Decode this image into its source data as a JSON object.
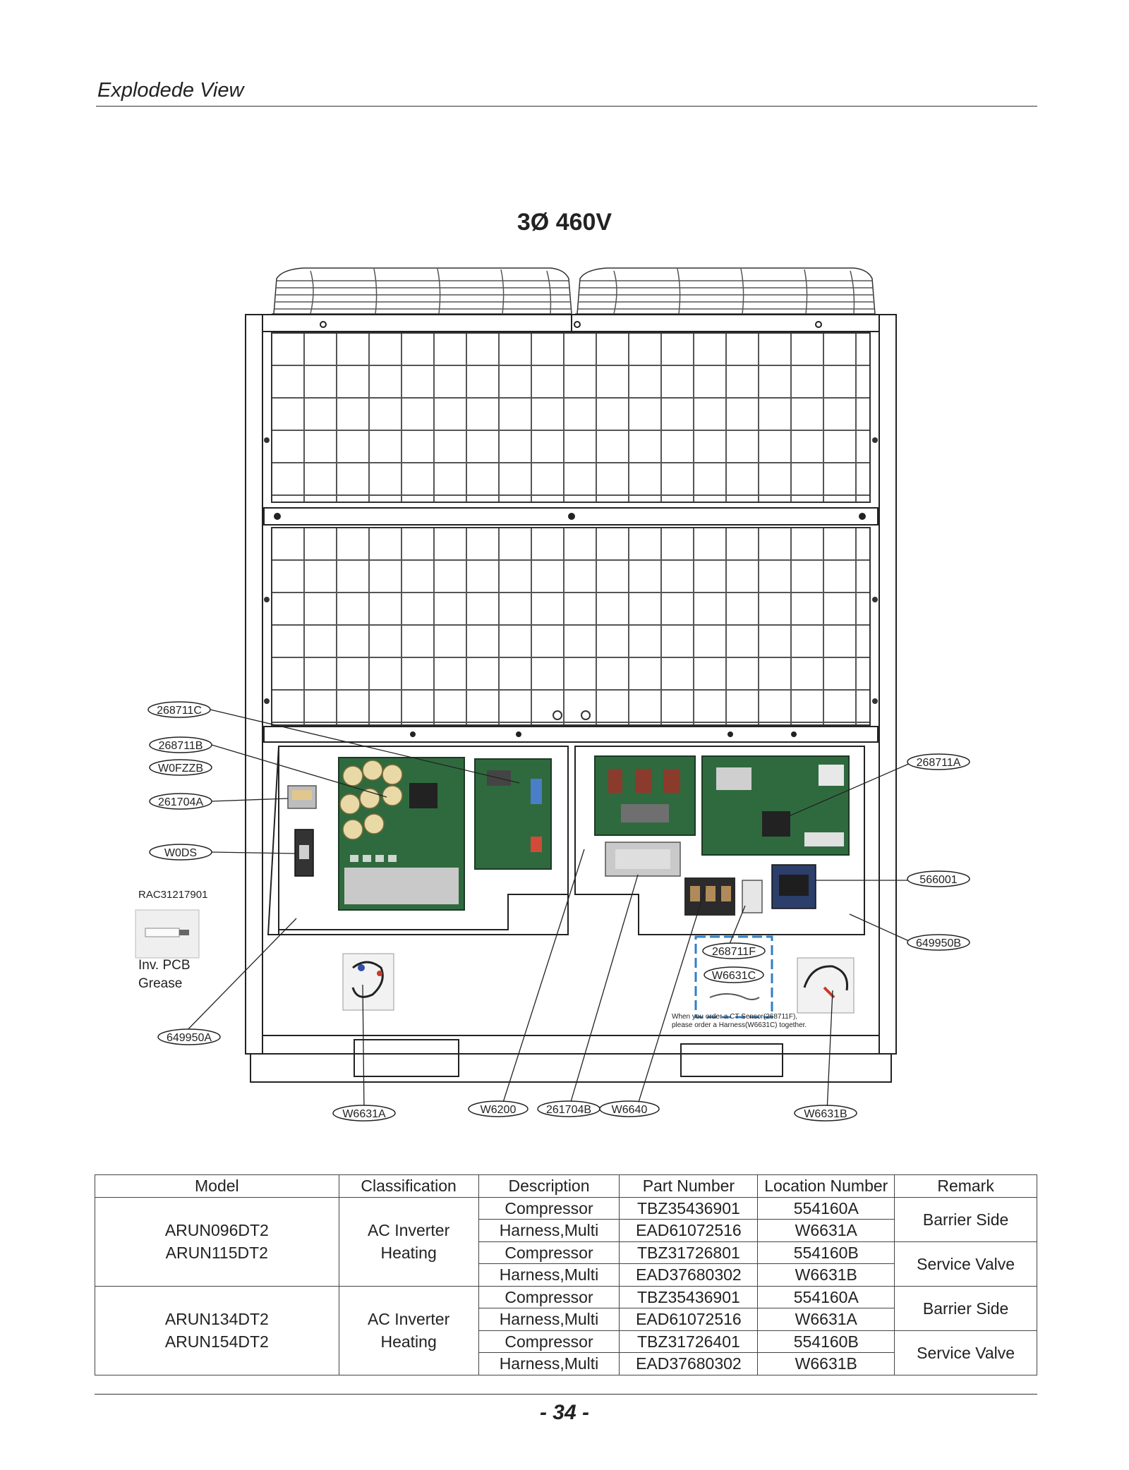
{
  "header": {
    "title": "Explodede View"
  },
  "drawing": {
    "title": "3Ø 460V"
  },
  "callouts": [
    "268711C",
    "268711B",
    "W0FZZB",
    "261704A",
    "W0DS",
    "649950A",
    "W6631A",
    "W6200",
    "261704B",
    "W6640",
    "W6631B",
    "268711A",
    "566001",
    "649950B",
    "268711F",
    "W6631C"
  ],
  "grease": {
    "part_number": "RAC31217901",
    "label_line1": "Inv. PCB",
    "label_line2": "Grease"
  },
  "note": {
    "line1": "When you order a CT Sensor(268711F),",
    "line2": "please order a Harness(W6631C) together."
  },
  "table": {
    "headers": [
      "Model",
      "Classification",
      "Description",
      "Part Number",
      "Location Number",
      "Remark"
    ],
    "groups": [
      {
        "models": [
          "ARUN096DT2",
          "ARUN115DT2"
        ],
        "classification": [
          "AC Inverter",
          "Heating"
        ],
        "rows": [
          {
            "description": "Compressor",
            "part_number": "TBZ35436901",
            "location": "554160A"
          },
          {
            "description": "Harness,Multi",
            "part_number": "EAD61072516",
            "location": "W6631A"
          },
          {
            "description": "Compressor",
            "part_number": "TBZ31726801",
            "location": "554160B"
          },
          {
            "description": "Harness,Multi",
            "part_number": "EAD37680302",
            "location": "W6631B"
          }
        ],
        "remarks": [
          "Barrier Side",
          "Service Valve"
        ]
      },
      {
        "models": [
          "ARUN134DT2",
          "ARUN154DT2"
        ],
        "classification": [
          "AC Inverter",
          "Heating"
        ],
        "rows": [
          {
            "description": "Compressor",
            "part_number": "TBZ35436901",
            "location": "554160A"
          },
          {
            "description": "Harness,Multi",
            "part_number": "EAD61072516",
            "location": "W6631A"
          },
          {
            "description": "Compressor",
            "part_number": "TBZ31726401",
            "location": "554160B"
          },
          {
            "description": "Harness,Multi",
            "part_number": "EAD37680302",
            "location": "W6631B"
          }
        ],
        "remarks": [
          "Barrier Side",
          "Service Valve"
        ]
      }
    ]
  },
  "footer": {
    "page_number": "- 34 -"
  }
}
